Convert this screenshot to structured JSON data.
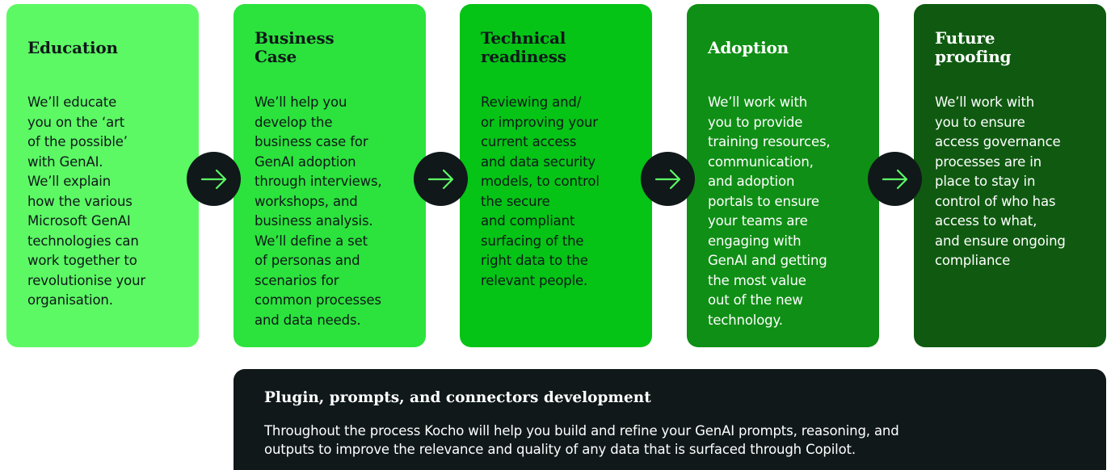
{
  "stages": [
    {
      "title": "Education",
      "body": "We’ll educate\nyou on the ‘art\nof the possible’\nwith GenAI.\nWe’ll explain\nhow the various\nMicrosoft GenAI\ntechnologies can\nwork together to\nrevolutionise your\norganisation.",
      "color": "#5cf964"
    },
    {
      "title": "Business\nCase",
      "body": "We’ll help you\ndevelop the\nbusiness case for\nGenAI adoption\nthrough interviews,\nworkshops, and\nbusiness analysis.\nWe’ll define a set\nof personas and\nscenarios for\ncommon processes\nand data needs.",
      "color": "#2be33c"
    },
    {
      "title": "Technical\nreadiness",
      "body": "Reviewing and/\nor improving your\ncurrent access\nand data security\nmodels, to control\nthe secure\nand compliant\nsurfacing of the\nright data to the\nrelevant people.",
      "color": "#05c416"
    },
    {
      "title": "Adoption",
      "body": "We’ll work with\nyou to provide\ntraining resources,\ncommunication,\nand adoption\nportals to ensure\nyour teams are\nengaging with\nGenAI and getting\nthe most value\nout of the new\ntechnology.",
      "color": "#0f8f15"
    },
    {
      "title": "Future\nproofing",
      "body": "We’ll work with\nyou to ensure\naccess governance\nprocesses are in\nplace to stay in\ncontrol of who has\naccess to what,\nand ensure ongoing\ncompliance",
      "color": "#0f5a10"
    }
  ],
  "connectors": {
    "icon": "arrow-right-icon",
    "circle_color": "#10181a",
    "arrow_color": "#5cf964"
  },
  "footer": {
    "title": "Plugin, prompts, and connectors development",
    "body": "Throughout the process Kocho will help you build and refine your GenAI prompts, reasoning, and\noutputs to improve the relevance and quality of any data that is surfaced through Copilot.",
    "background": "#10181a"
  }
}
